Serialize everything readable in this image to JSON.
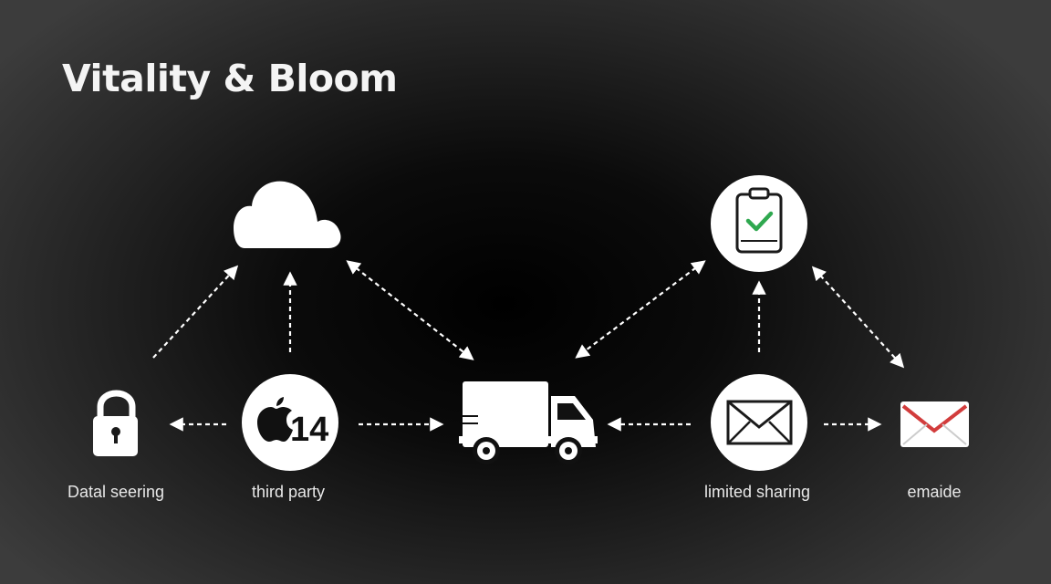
{
  "title": "Vitality & Bloom",
  "apple_badge_text": "14",
  "nodes": {
    "lock": {
      "label": "Datal seering",
      "icon": "lock-icon"
    },
    "apple": {
      "label": "third party",
      "icon": "apple-logo-icon"
    },
    "truck": {
      "label": "",
      "icon": "delivery-truck-icon"
    },
    "envelope": {
      "label": "limited sharing",
      "icon": "envelope-icon"
    },
    "mail": {
      "label": "emaide",
      "icon": "mail-icon"
    },
    "cloud": {
      "label": "",
      "icon": "cloud-icon"
    },
    "tablet": {
      "label": "",
      "icon": "tablet-check-icon"
    }
  },
  "colors": {
    "check_green": "#2fa84f",
    "mail_red": "#d23c3c"
  }
}
